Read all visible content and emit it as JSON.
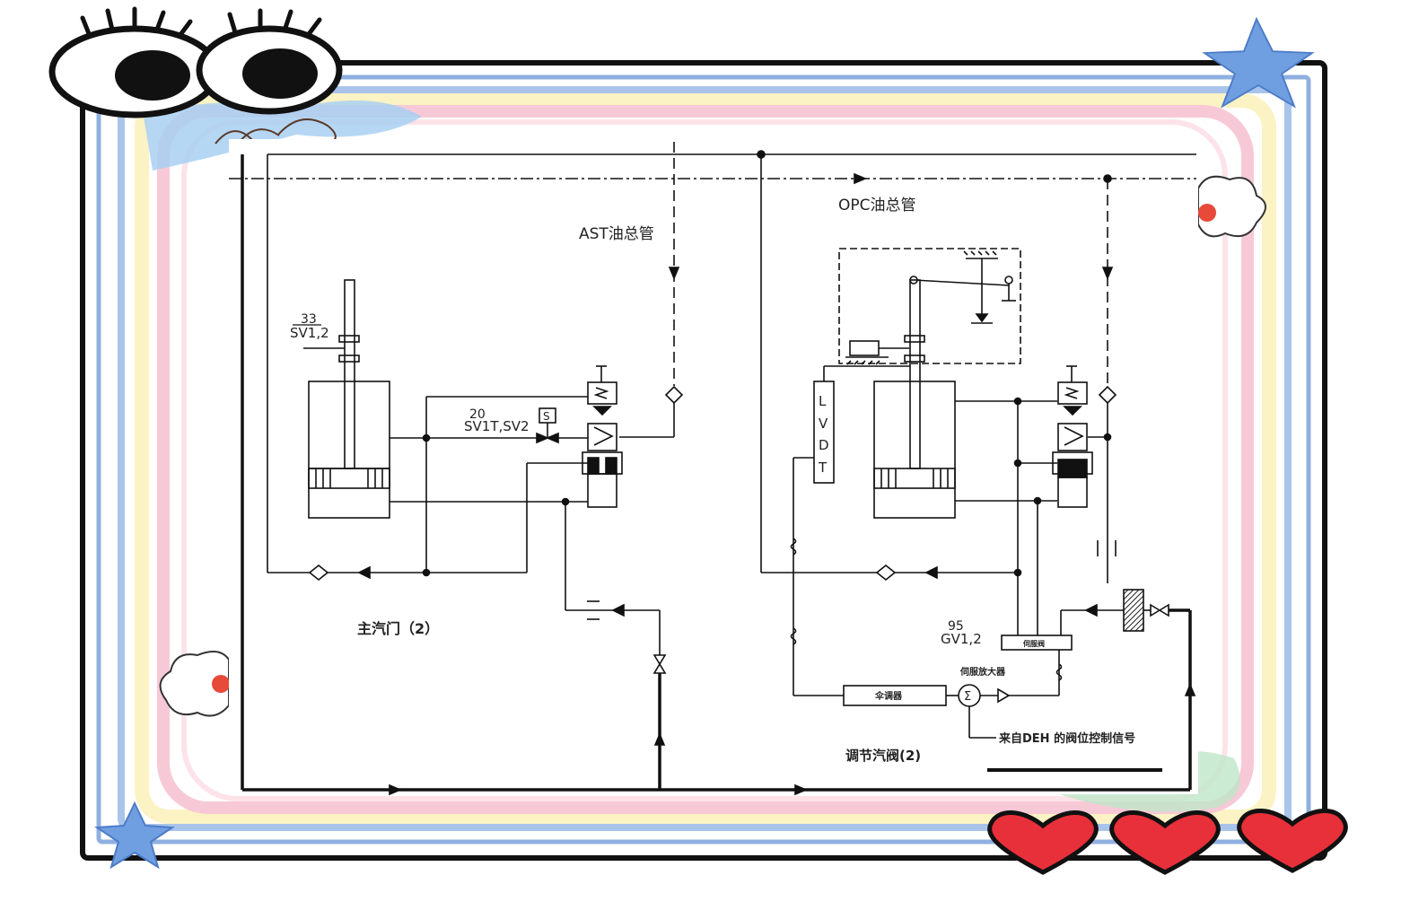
{
  "diagram": {
    "pipes": {
      "ast_header": "AST油总管",
      "opc_header": "OPC油总管"
    },
    "main_valve": {
      "title": "主汽门（2）",
      "position_tag_number": "33",
      "position_tag": "SV1,2",
      "solenoid_tag_number": "20",
      "solenoid_tag": "SV1T,SV2",
      "solenoid_letter": "S"
    },
    "control_valve": {
      "title": "调节汽阀(2)",
      "lvdt_letters": [
        "L",
        "V",
        "D",
        "T"
      ],
      "servo_tag_number": "95",
      "servo_tag": "GV1,2",
      "servo_valve_label": "伺服阀",
      "servo_amplifier_label": "伺服放大器",
      "controller_label": "伞调器",
      "summing_symbol": "Σ",
      "deh_signal_label": "来自DEH 的阀位控制信号"
    }
  },
  "decor": {
    "frame_colors": {
      "outer": "#111111",
      "blue": "#8fb0e0",
      "pink": "#f7c9d6",
      "yellow": "#fbf3c4",
      "star": "#6f9fe0",
      "heart": "#e8303a"
    }
  }
}
